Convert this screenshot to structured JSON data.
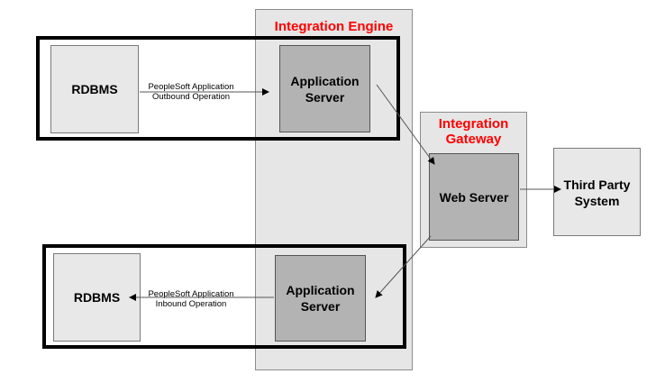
{
  "integration_engine": {
    "title": "Integration Engine"
  },
  "integration_gateway": {
    "title_line1": "Integration",
    "title_line2": "Gateway"
  },
  "outbound": {
    "source": "RDBMS",
    "target_line1": "Application",
    "target_line2": "Server",
    "label_line1": "PeopleSoft Application",
    "label_line2": "Outbound Operation"
  },
  "inbound": {
    "source_line1": "Application",
    "source_line2": "Server",
    "target": "RDBMS",
    "label_line1": "PeopleSoft Application",
    "label_line2": "Inbound Operation"
  },
  "web_server": {
    "label": "Web Server"
  },
  "third_party": {
    "label_line1": "Third Party",
    "label_line2": "System"
  },
  "colors": {
    "region_title": "#ff0000",
    "region_fill": "#e6e6e6",
    "node_dark": "#b3b3b3",
    "node_light": "#e8e8e8"
  }
}
